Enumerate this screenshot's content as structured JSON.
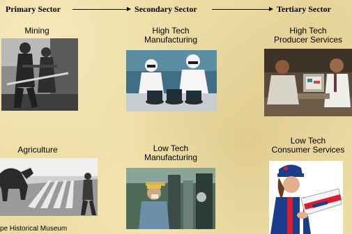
{
  "sectors": {
    "primary": "Primary Sector",
    "secondary": "Secondary Sector",
    "tertiary": "Tertiary Sector"
  },
  "items": {
    "mining": "Mining",
    "agriculture": "Agriculture",
    "high_tech_mfg": [
      "High Tech",
      "Manufacturing"
    ],
    "low_tech_mfg": [
      "Low Tech",
      "Manufacturing"
    ],
    "high_tech_services": [
      "High Tech",
      "Producer Services"
    ],
    "low_tech_services": [
      "Low Tech",
      "Consumer Services"
    ]
  },
  "photo_credit": "pe Historical Museum"
}
